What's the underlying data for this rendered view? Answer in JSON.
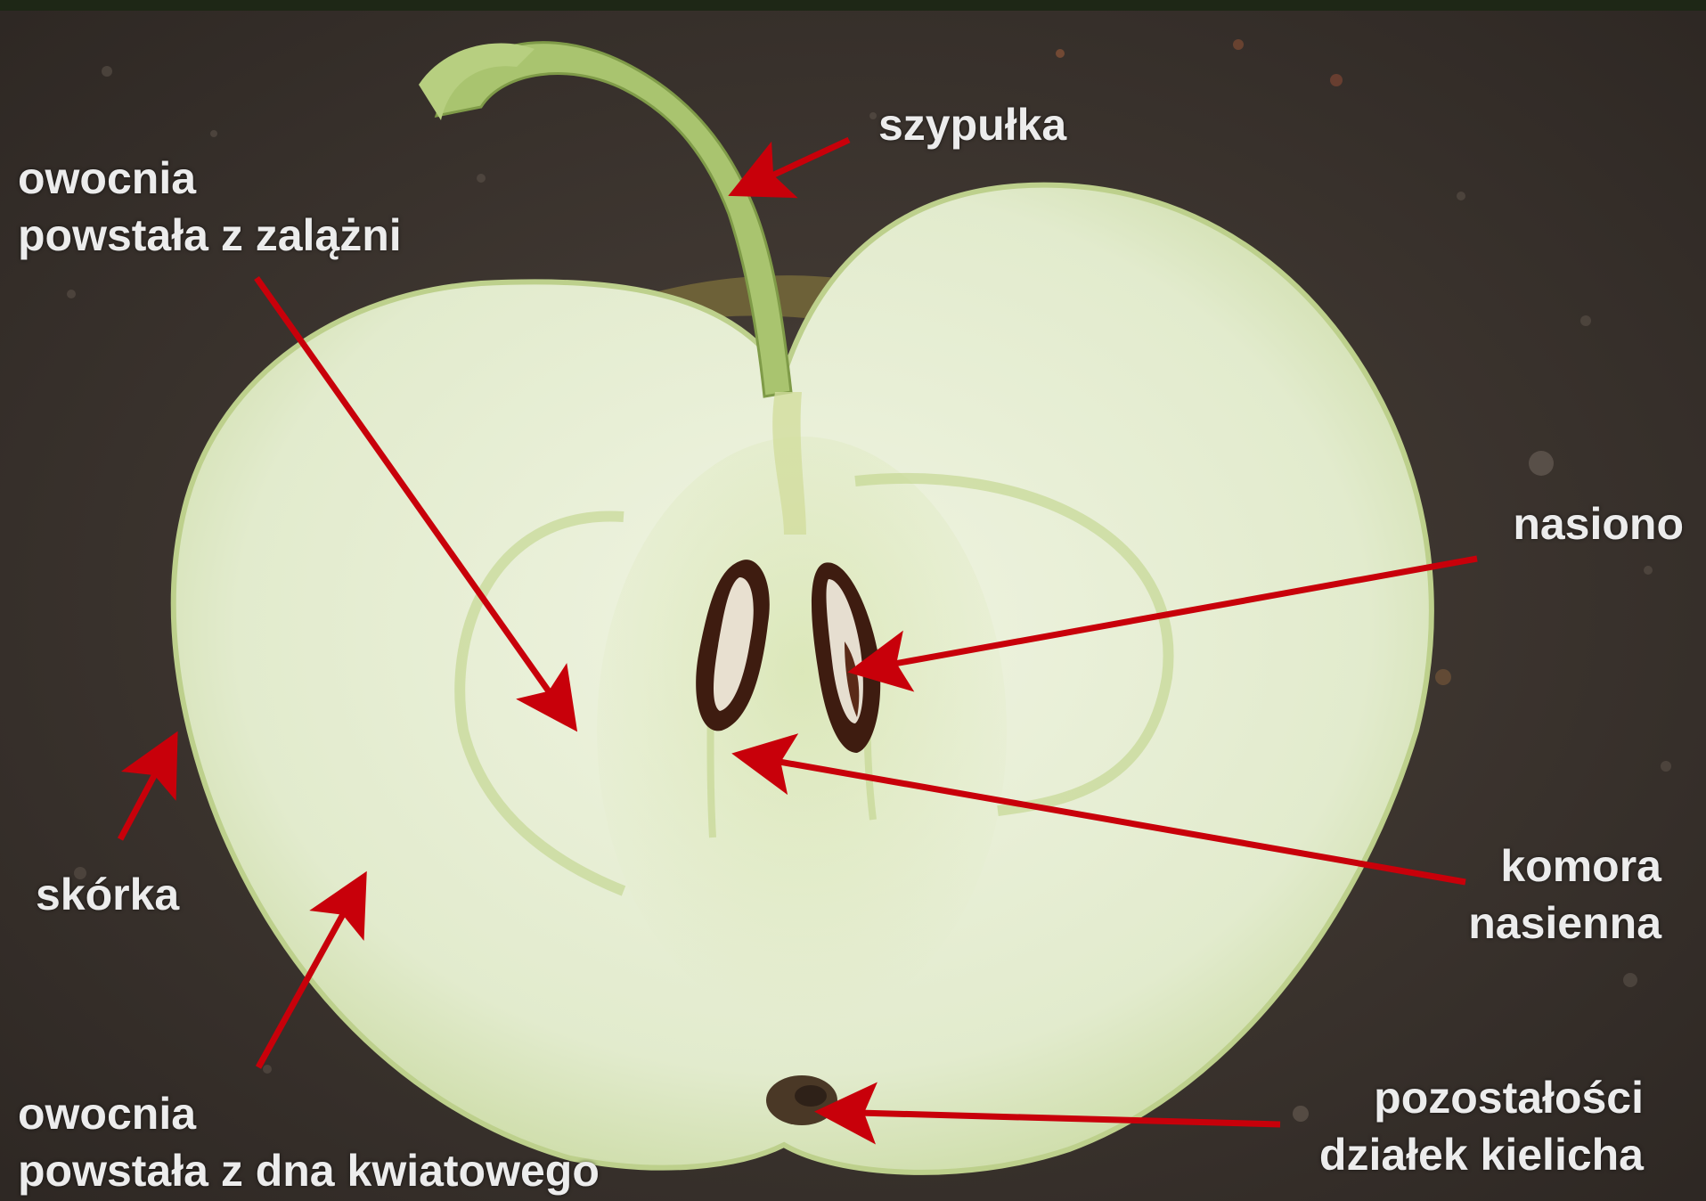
{
  "labels": {
    "szypulka": "szypułka",
    "owocnia_zalazni": [
      "owocnia",
      "powstała z zalążni"
    ],
    "nasiono": "nasiono",
    "skorka": "skórka",
    "komora": [
      "komora",
      "nasienna"
    ],
    "owocnia_dno": [
      "owocnia",
      "powstała z dna kwiatowego"
    ],
    "pozostalosci": [
      "pozostałości",
      "działek kielicha"
    ]
  },
  "colors": {
    "arrow": "#c8000a",
    "background": "#3a332d",
    "top_bar": "#1e2716",
    "flesh": "#e4ebd2",
    "flesh_shadow": "#cfdcaf",
    "vascular_ring": "#b9cf80",
    "stem": "#a8c46e",
    "seed": "#5a2a18",
    "label_text": "#ececec"
  }
}
